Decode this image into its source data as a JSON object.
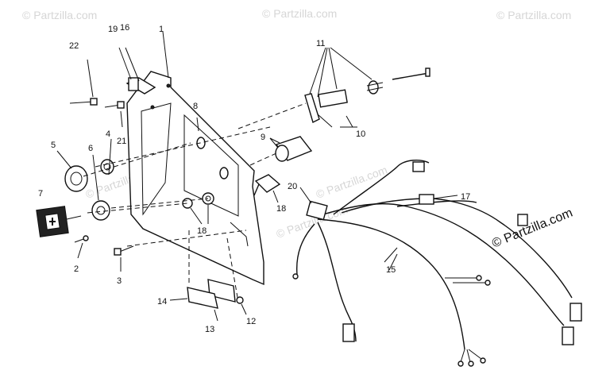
{
  "watermark": {
    "text": "© Partzilla.com",
    "visible_text": "© Partzilla.com"
  },
  "callouts": {
    "c1": "1",
    "c2": "2",
    "c3": "3",
    "c4": "4",
    "c5": "5",
    "c6": "6",
    "c7": "7",
    "c8": "8",
    "c9": "9",
    "c10": "10",
    "c11": "11",
    "c12": "12",
    "c13": "13",
    "c14": "14",
    "c15": "15",
    "c16": "16",
    "c17": "17",
    "c18a": "18",
    "c18b": "18",
    "c19": "19",
    "c20": "20",
    "c21": "21",
    "c22": "22"
  },
  "colors": {
    "line": "#111111",
    "background": "#ffffff",
    "watermark": "#d6d6d6"
  }
}
